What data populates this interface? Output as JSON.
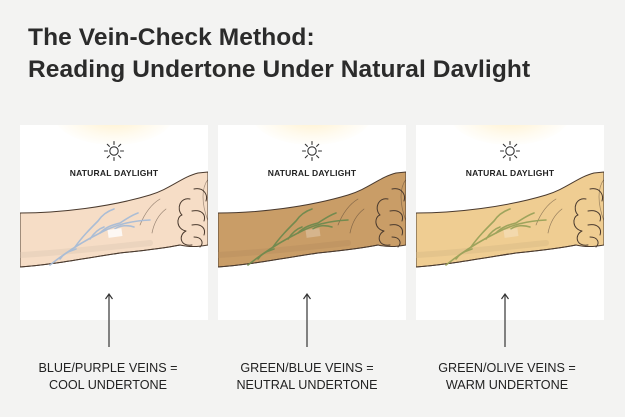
{
  "title": {
    "line1": "The Vein-Check Method:",
    "line2": "Reading Undertone Under Natural Davlight"
  },
  "panels": [
    {
      "label": "NATURAL DAYLIGHT",
      "caption_line1": "BLUE/PURPLE VEINS =",
      "caption_line2": "COOL UNDERTONE",
      "skin_color": "#f6ddc6",
      "vein_color": "#a8bcd6"
    },
    {
      "label": "NATURAL DAYLIGHT",
      "caption_line1": "GREEN/BLUE VEINS =",
      "caption_line2": "NEUTRAL UNDERTONE",
      "skin_color": "#c99d67",
      "vein_color": "#6f8a4e"
    },
    {
      "label": "NATURAL DAYLIGHT",
      "caption_line1": "GREEN/OLIVE VEINS =",
      "caption_line2": "WARM UNDERTONE",
      "skin_color": "#efcd92",
      "vein_color": "#9aa25a"
    }
  ],
  "icons": {
    "sun": "sun-icon",
    "arrow": "arrow-up-icon"
  }
}
